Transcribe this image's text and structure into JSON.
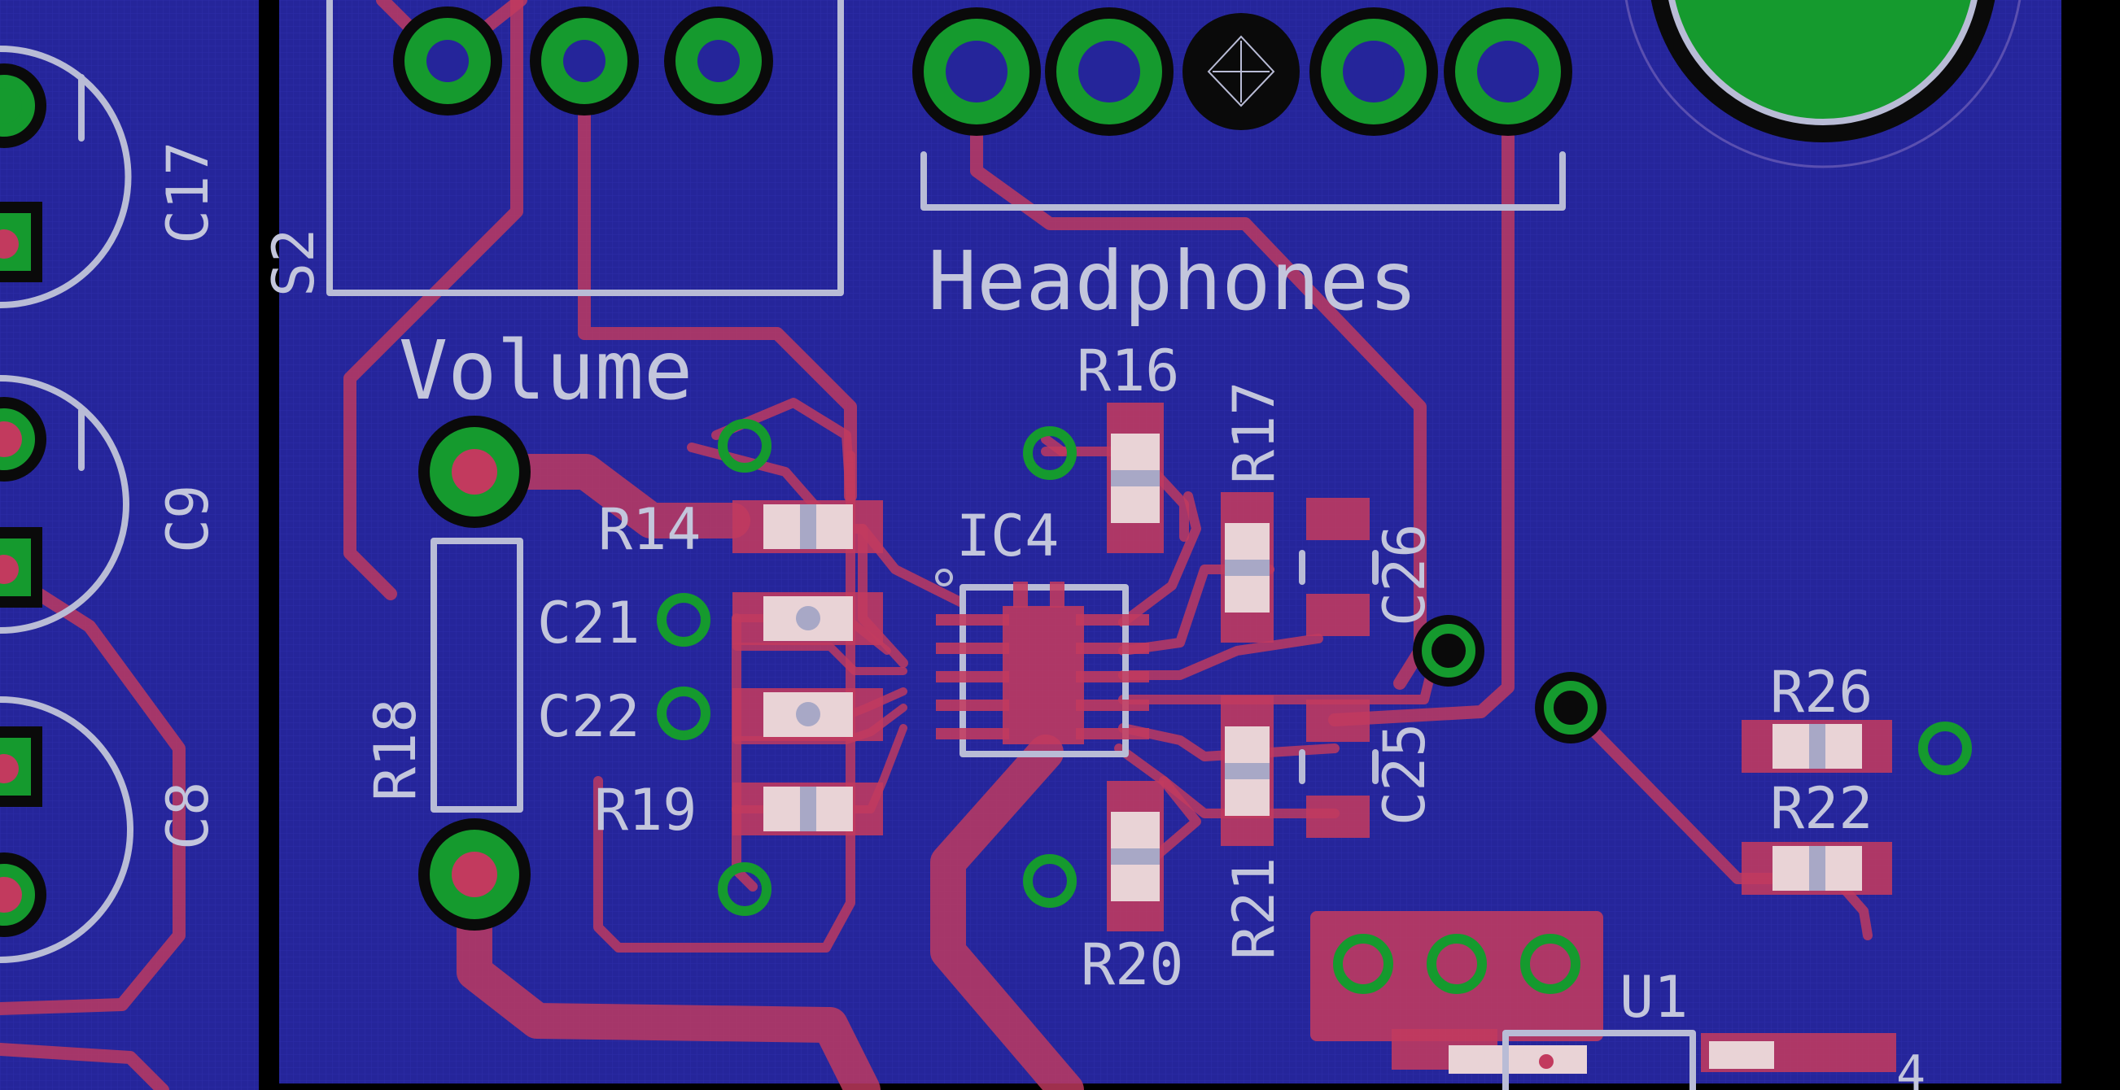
{
  "board": {
    "background_color": "#25259a",
    "trace_color": "#c23a5e",
    "pad_color": "#159a2e",
    "silkscreen_color": "#b9bcd6"
  },
  "labels": {
    "headphones": "Headphones",
    "volume": "Volume",
    "s2": "S2",
    "c17": "C17",
    "c9": "C9",
    "c8": "C8",
    "r14": "R14",
    "c21": "C21",
    "c22": "C22",
    "r19": "R19",
    "r18": "R18",
    "ic4": "IC4",
    "r16": "R16",
    "r17": "R17",
    "c26": "C26",
    "c25": "C25",
    "r21": "R21",
    "r20": "R20",
    "r26": "R26",
    "r22": "R22",
    "u1": "U1"
  }
}
